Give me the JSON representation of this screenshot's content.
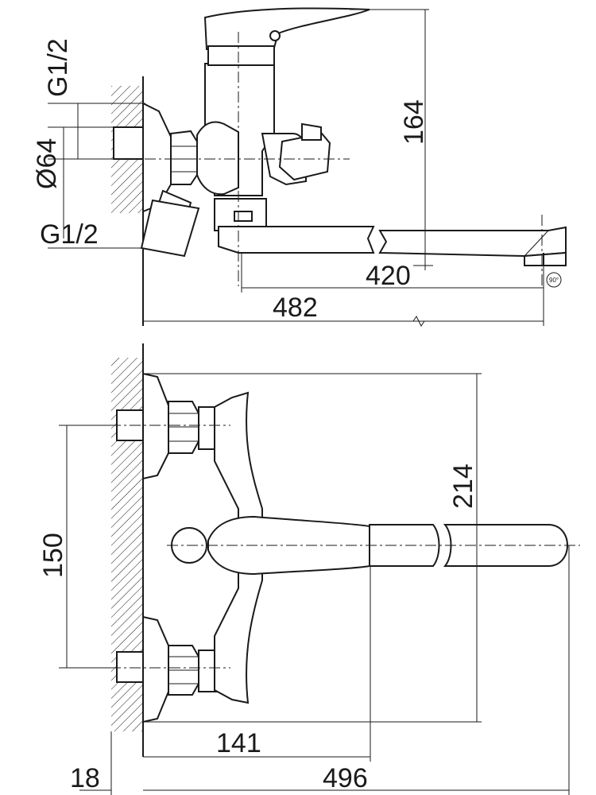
{
  "top_view": {
    "dims": {
      "g12_top": "G1/2",
      "d64": "Ø64",
      "g12_bottom": "G1/2",
      "h164": "164",
      "l420": "420",
      "l482": "482",
      "angle": "90°"
    }
  },
  "bottom_view": {
    "dims": {
      "h150": "150",
      "h214": "214",
      "l141": "141",
      "w18": "18",
      "l496": "496"
    }
  }
}
